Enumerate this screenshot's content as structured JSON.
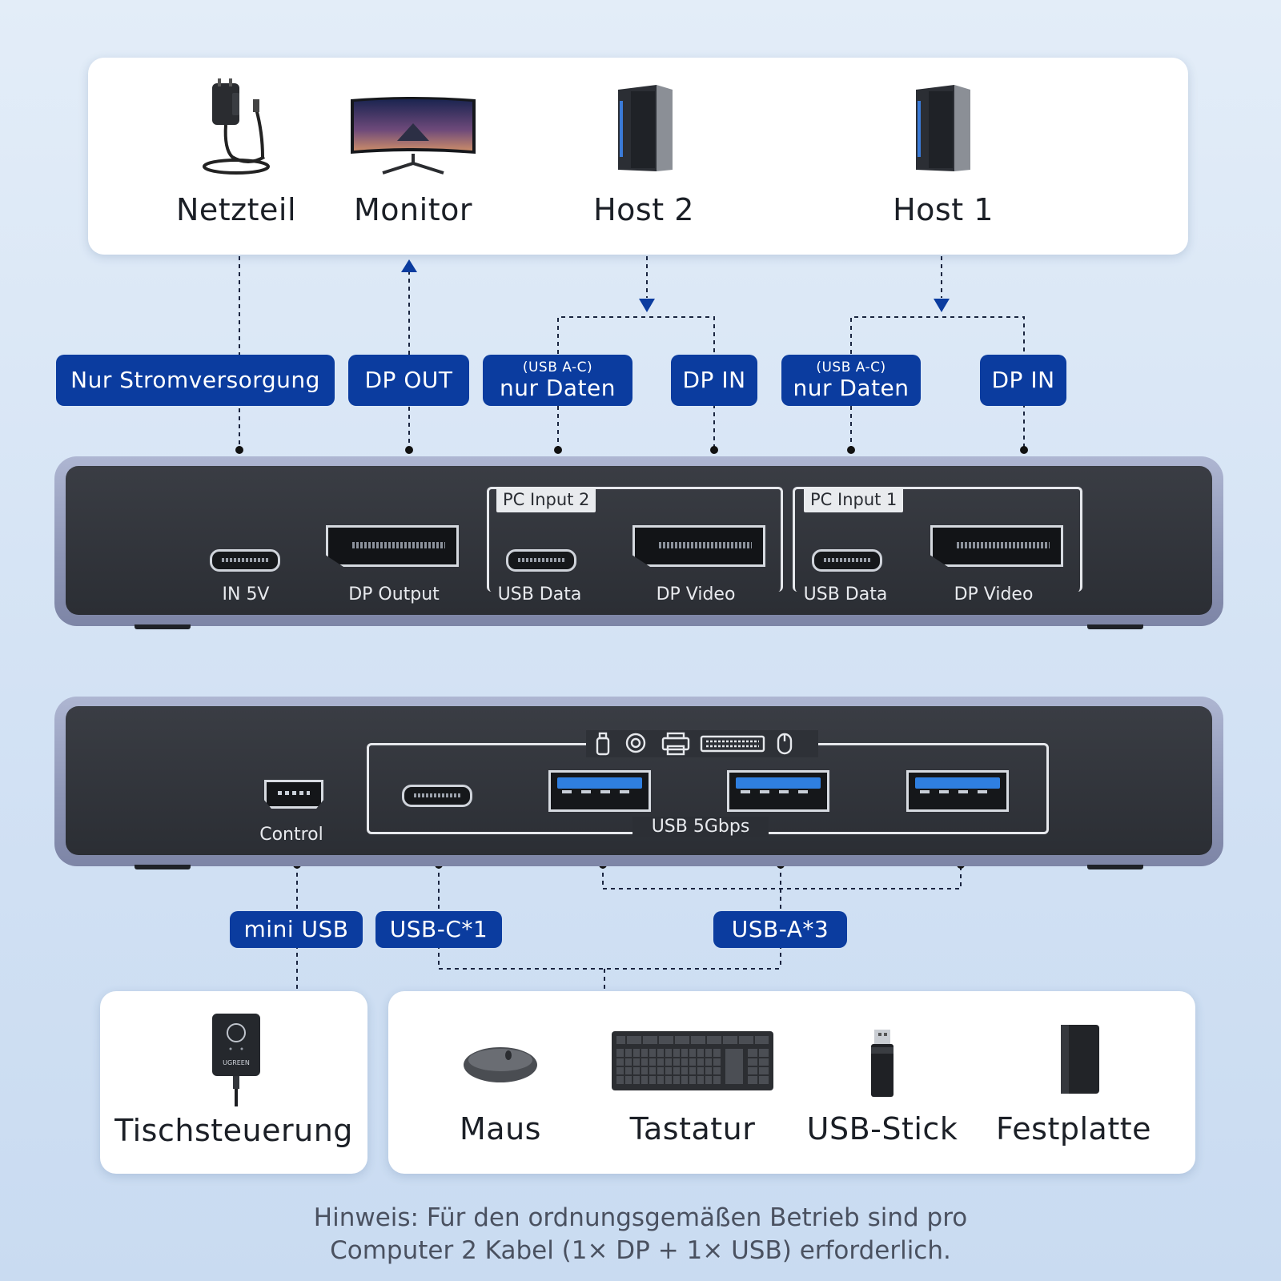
{
  "top_devices": [
    {
      "label": "Netzteil",
      "icon": "power-adapter-icon"
    },
    {
      "label": "Monitor",
      "icon": "monitor-icon"
    },
    {
      "label": "Host 2",
      "icon": "pc-tower-icon"
    },
    {
      "label": "Host 1",
      "icon": "pc-tower-icon"
    }
  ],
  "top_pills": {
    "power": "Nur Stromversorgung",
    "dp_out": "DP OUT",
    "usb2_small": "(USB A-C)",
    "usb2_main": "nur Daten",
    "dp_in2": "DP IN",
    "usb1_small": "(USB A-C)",
    "usb1_main": "nur Daten",
    "dp_in1": "DP IN"
  },
  "hub_front": {
    "in5v": "IN 5V",
    "dp_output": "DP Output",
    "pc_input2": "PC Input 2",
    "pc_input1": "PC Input 1",
    "usb_data": "USB Data",
    "dp_video": "DP Video"
  },
  "hub_back": {
    "control": "Control",
    "usb_speed": "USB 5Gbps",
    "peripheral_icons": [
      "usb-stick-icon",
      "webcam-icon",
      "printer-icon",
      "keyboard-icon",
      "mouse-icon"
    ]
  },
  "bottom_pills": {
    "mini_usb": "mini USB",
    "usb_c": "USB-C*1",
    "usb_a": "USB-A*3"
  },
  "bottom_devices": {
    "controller": "Tischsteuerung",
    "controller_brand": "UGREEN",
    "peripherals": [
      "Maus",
      "Tastatur",
      "USB-Stick",
      "Festplatte"
    ]
  },
  "note": {
    "line1": "Hinweis: Für den ordnungsgemäßen Betrieb sind pro",
    "line2": "Computer 2 Kabel (1× DP + 1× USB) erforderlich."
  },
  "colors": {
    "pill": "#0b3c9f",
    "usb_blue": "#2f7fe0",
    "hub_shell": "#8d95b5",
    "hub_face": "#2f3238"
  }
}
